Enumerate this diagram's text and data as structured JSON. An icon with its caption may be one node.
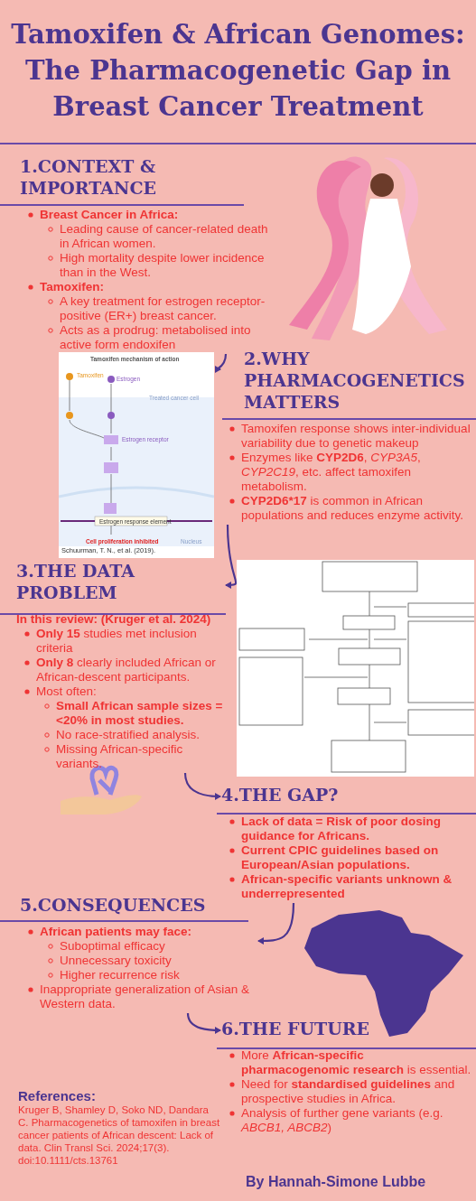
{
  "diagram": {
    "title": "Tamoxifen & African Genomes: The Pharmacogenetic Gap in Breast Cancer Treatment",
    "nodes": [
      {
        "text": [
          "1.CONTEXT & IMPORTANCE",
          "Breast Cancer in Africa:",
          "Leading cause of cancer-related death in African women.",
          "High mortality despite lower incidence than in the West.",
          "Tamoxifen:",
          "A key treatment for estrogen receptor-positive (ER+) breast cancer.",
          "Acts as a prodrug: metabolised into active form endoxifen"
        ]
      },
      {
        "text": [
          "2.WHY PHARMACOGENETICS MATTERS",
          "Tamoxifen response shows inter-individual variability due to genetic makeup",
          "Enzymes like **CYP2D6**, *CYP3A5*, *CYP2C19*, etc. affect tamoxifen metabolism.",
          "**CYP2D6*17** is common in African populations and reduces enzyme activity."
        ]
      },
      {
        "text": [
          "3.THE DATA PROBLEM",
          "In this review: (Kruger et al. 2024)",
          "**Only 15** studies met inclusion criteria",
          "**Only 8** clearly included African or African-descent participants.",
          "Most often:",
          "Small African sample sizes = <20% in most studies.",
          "No race-stratified analysis.",
          "Missing African-specific variants."
        ]
      },
      {
        "text": [
          "4.THE GAP?",
          "Lack of data = Risk of poor dosing guidance for Africans.",
          "Current CPIC guidelines based on European/Asian populations.",
          "African-specific variants unknown & underrepresented"
        ]
      },
      {
        "text": [
          "5.CONSEQUENCES",
          "African patients may face:",
          "Suboptimal efficacy",
          "Unnecessary toxicity",
          "Higher recurrence risk",
          "Inappropriate generalization of Asian & Western data."
        ]
      },
      {
        "text": [
          "6.THE FUTURE",
          "More **African-specific pharmacogenomic research** is essential.",
          "Need for **standardised guidelines** and prospective studies in Africa.",
          "Analysis of further gene variants (e.g. *ABCB1, ABCB2*)"
        ]
      },
      {
        "text": [
          "Tamoxifen mechanism of action",
          "Tamoxifen",
          "Estrogen",
          "Treated cancer cell",
          "Estrogen receptor",
          "Estrogen response element",
          "Cell proliferation inhibited",
          "Nucleus",
          "Schuurman, T. N., et al. (2019)."
        ]
      },
      {
        "text": [],
        "shape": "picture"
      }
    ],
    "edges": [
      {
        "from": 0,
        "to": 1,
        "arrow": "to"
      },
      {
        "from": 1,
        "to": 2,
        "arrow": "to"
      },
      {
        "from": 2,
        "to": 3,
        "arrow": "to"
      },
      {
        "from": 3,
        "to": 4,
        "arrow": "to"
      },
      {
        "from": 4,
        "to": 5,
        "arrow": "to"
      }
    ],
    "labels": [
      "References:",
      "Kruger B, Shamley D, Soko ND, Dandara C. Pharmacogenetics of tamoxifen in breast cancer patients of African descent: Lack of data. Clin Transl Sci. 2024;17(3). doi:10.1111/cts.13761",
      "By Hannah-Simone Lubbe"
    ]
  }
}
